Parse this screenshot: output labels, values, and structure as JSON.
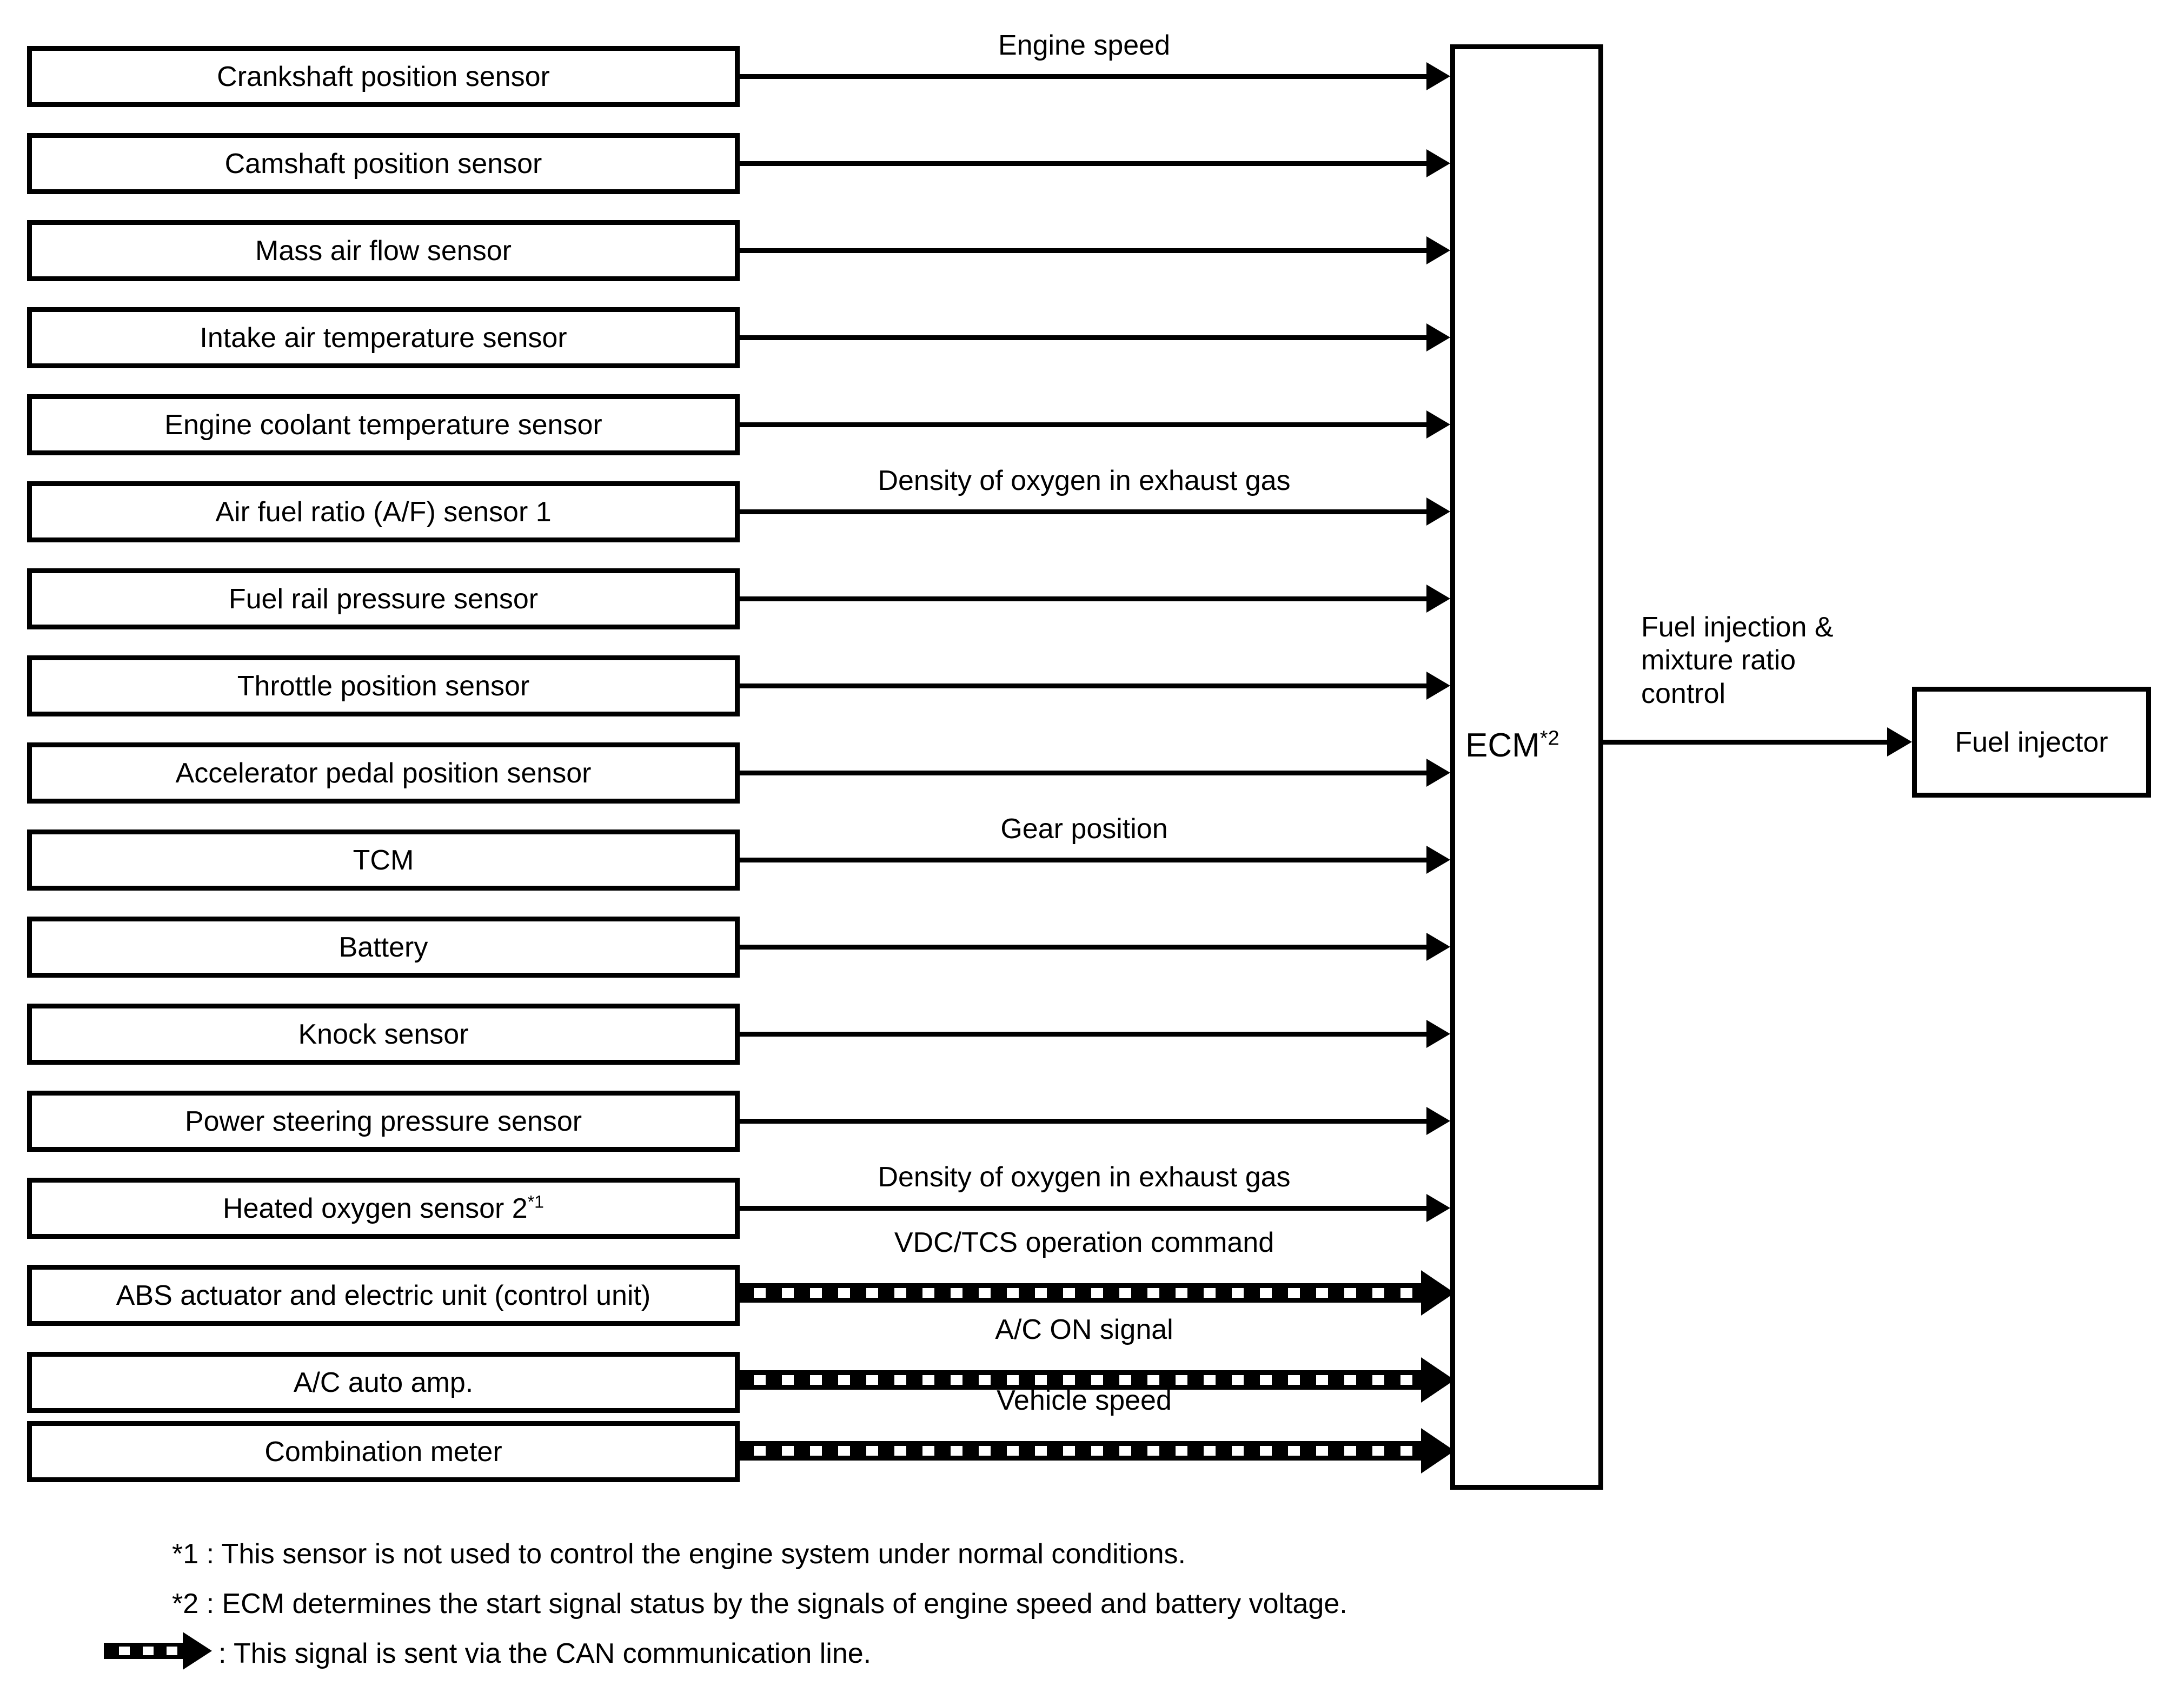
{
  "diagram": {
    "title": "Engine fuel injection and mixture ratio control input/output signal diagram",
    "inputs": [
      {
        "label": "Crankshaft position sensor",
        "signal": "Engine speed",
        "type": "solid"
      },
      {
        "label": "Camshaft position sensor",
        "signal": "",
        "type": "solid"
      },
      {
        "label": "Mass air flow sensor",
        "signal": "",
        "type": "solid"
      },
      {
        "label": "Intake air temperature sensor",
        "signal": "",
        "type": "solid"
      },
      {
        "label": "Engine coolant temperature sensor",
        "signal": "",
        "type": "solid"
      },
      {
        "label": "Air fuel ratio (A/F) sensor 1",
        "signal": "Density of oxygen in exhaust gas",
        "type": "solid"
      },
      {
        "label": "Fuel rail pressure sensor",
        "signal": "",
        "type": "solid"
      },
      {
        "label": "Throttle position sensor",
        "signal": "",
        "type": "solid"
      },
      {
        "label": "Accelerator pedal position sensor",
        "signal": "",
        "type": "solid"
      },
      {
        "label": "TCM",
        "signal": "Gear position",
        "type": "solid"
      },
      {
        "label": "Battery",
        "signal": "",
        "type": "solid"
      },
      {
        "label": "Knock sensor",
        "signal": "",
        "type": "solid"
      },
      {
        "label": "Power steering pressure sensor",
        "signal": "",
        "type": "solid"
      },
      {
        "label": "Heated oxygen sensor 2",
        "label_sup": "*1",
        "signal": "Density of oxygen in exhaust gas",
        "type": "solid"
      },
      {
        "label": "ABS actuator and electric unit (control unit)",
        "signal": "VDC/TCS operation command",
        "type": "can"
      },
      {
        "label": "A/C auto amp.",
        "signal": "A/C ON signal",
        "type": "can"
      },
      {
        "label": "Combination meter",
        "signal": "Vehicle speed",
        "type": "can"
      }
    ],
    "controller": {
      "label": "ECM",
      "sup": "*2"
    },
    "output": {
      "signal": "Fuel injection &\nmixture ratio\ncontrol",
      "target": "Fuel injector"
    },
    "notes": [
      "*1 : This sensor is not used to control the engine system under normal conditions.",
      "*2 : ECM determines the start signal status by the signals of engine speed and battery voltage.",
      ": This signal is sent via the CAN communication line."
    ]
  },
  "colors": {
    "line": "#000000",
    "background": "#ffffff"
  }
}
